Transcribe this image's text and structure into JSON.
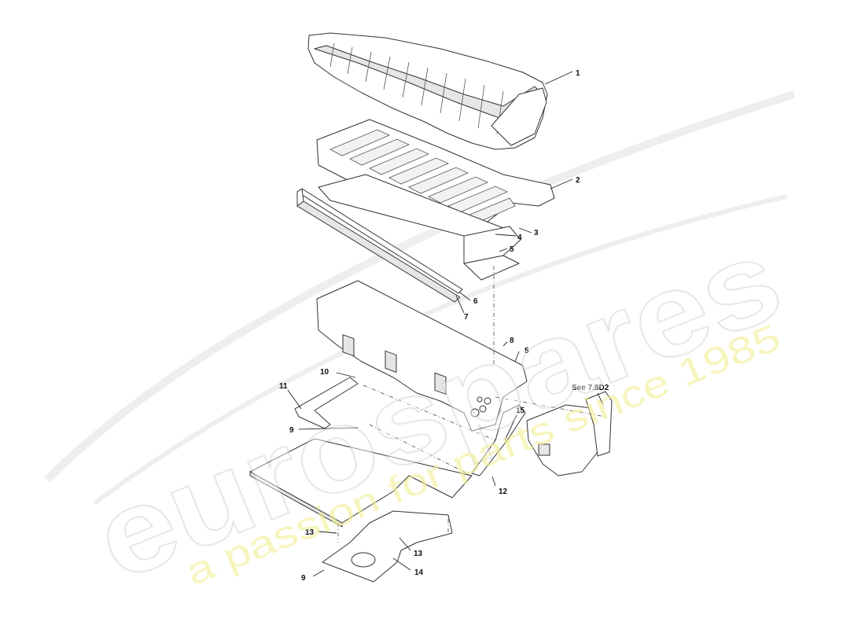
{
  "callouts": {
    "c1": "1",
    "c2": "2",
    "c3": "3",
    "c4": "4",
    "c5a": "5",
    "c6": "6",
    "c7": "7",
    "c8": "8",
    "c5b": "5",
    "c10": "10",
    "c11": "11",
    "c9a": "9",
    "c15": "15",
    "c12": "12",
    "c13a": "13",
    "c13b": "13",
    "c14": "14",
    "c9b": "9",
    "see_ref": "See 7.8D2"
  },
  "watermark": {
    "brand": "eurospares",
    "tagline": "a passion for parts since 1985",
    "brand_color": "#cccccc",
    "tagline_color": "#f2ef94"
  }
}
